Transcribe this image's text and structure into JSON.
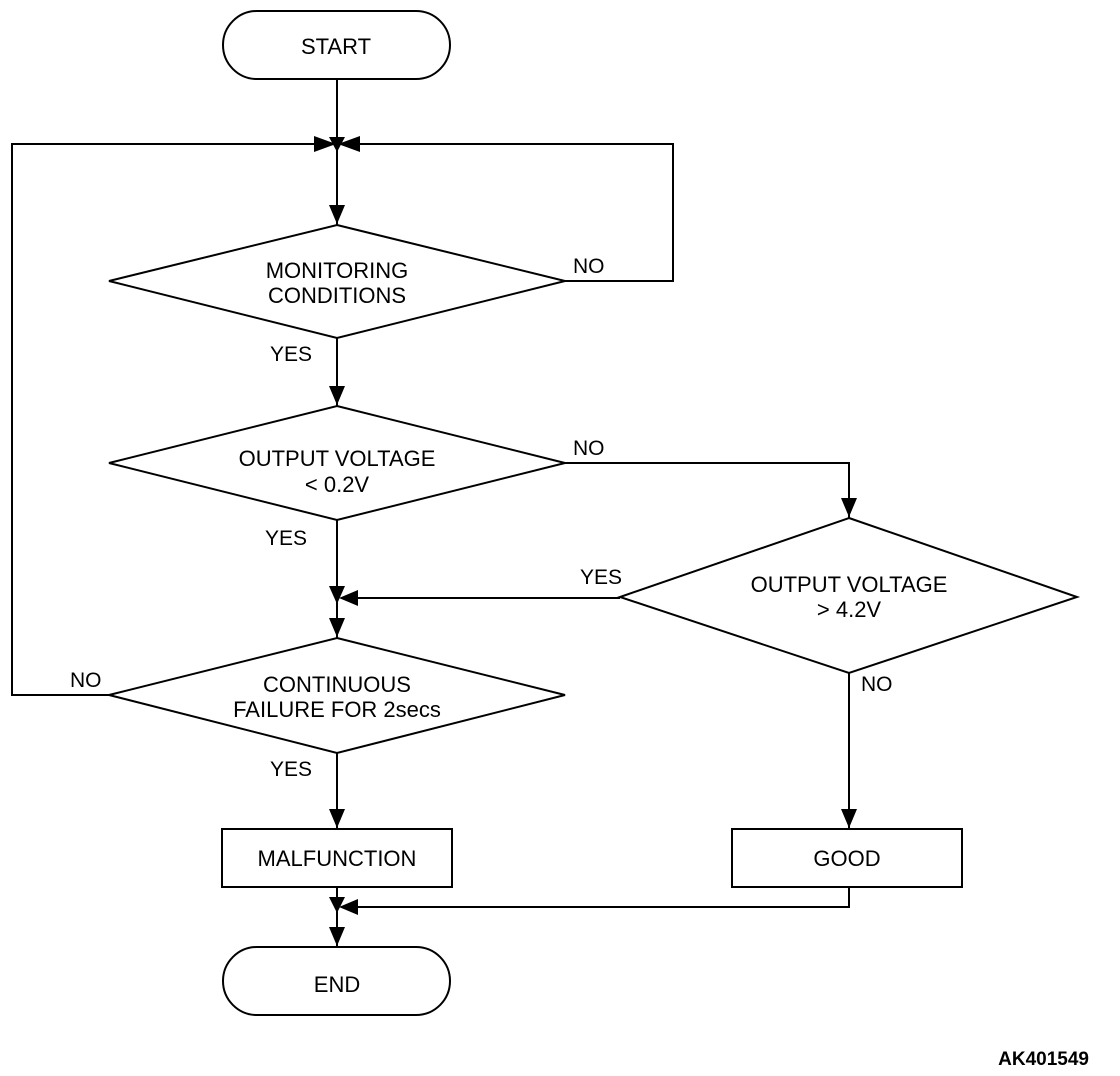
{
  "nodes": {
    "start": "START",
    "monitoring_line1": "MONITORING",
    "monitoring_line2": "CONDITIONS",
    "output_low_line1": "OUTPUT VOLTAGE",
    "output_low_line2": "< 0.2V",
    "output_high_line1": "OUTPUT VOLTAGE",
    "output_high_line2": "> 4.2V",
    "continuous_line1": "CONTINUOUS",
    "continuous_line2": "FAILURE FOR 2secs",
    "malfunction": "MALFUNCTION",
    "good": "GOOD",
    "end": "END"
  },
  "labels": {
    "monitoring_no": "NO",
    "monitoring_yes": "YES",
    "output_low_no": "NO",
    "output_low_yes": "YES",
    "output_high_yes": "YES",
    "output_high_no": "NO",
    "continuous_no": "NO",
    "continuous_yes": "YES"
  },
  "figure_code": "AK401549"
}
